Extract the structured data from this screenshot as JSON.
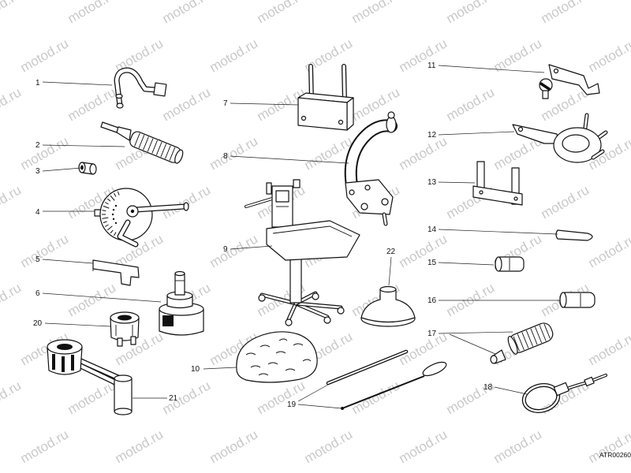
{
  "callouts": {
    "t1": "1",
    "t2": "2",
    "t3": "3",
    "t4": "4",
    "t5": "5",
    "t6": "6",
    "t20": "20",
    "t21": "21",
    "t7": "7",
    "t8": "8",
    "t9": "9",
    "t10": "10",
    "t19": "19",
    "t22": "22",
    "t11": "11",
    "t12": "12",
    "t13": "13",
    "t14": "14",
    "t15": "15",
    "t16": "16",
    "t17": "17",
    "t18": "18"
  },
  "figure_code": "ATR00260",
  "watermark": "motod.ru"
}
